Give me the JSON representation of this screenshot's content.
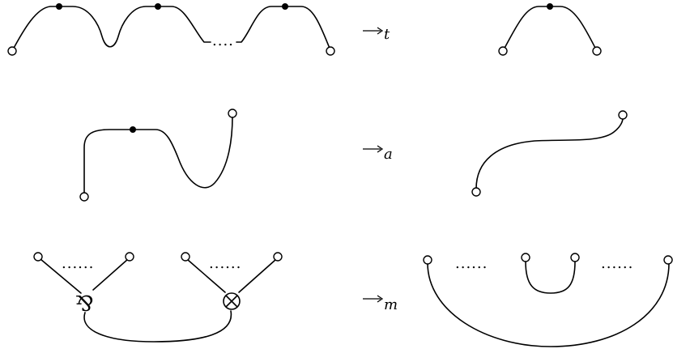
{
  "rules": [
    {
      "id": "t",
      "arrow": "→",
      "subscript": "t"
    },
    {
      "id": "a",
      "arrow": "→",
      "subscript": "a"
    },
    {
      "id": "m",
      "arrow": "→",
      "subscript": "m"
    }
  ],
  "ellipsis": "......",
  "ellipsis_short": "....",
  "symbols": {
    "par": "⅋",
    "tensor": "⊗"
  }
}
